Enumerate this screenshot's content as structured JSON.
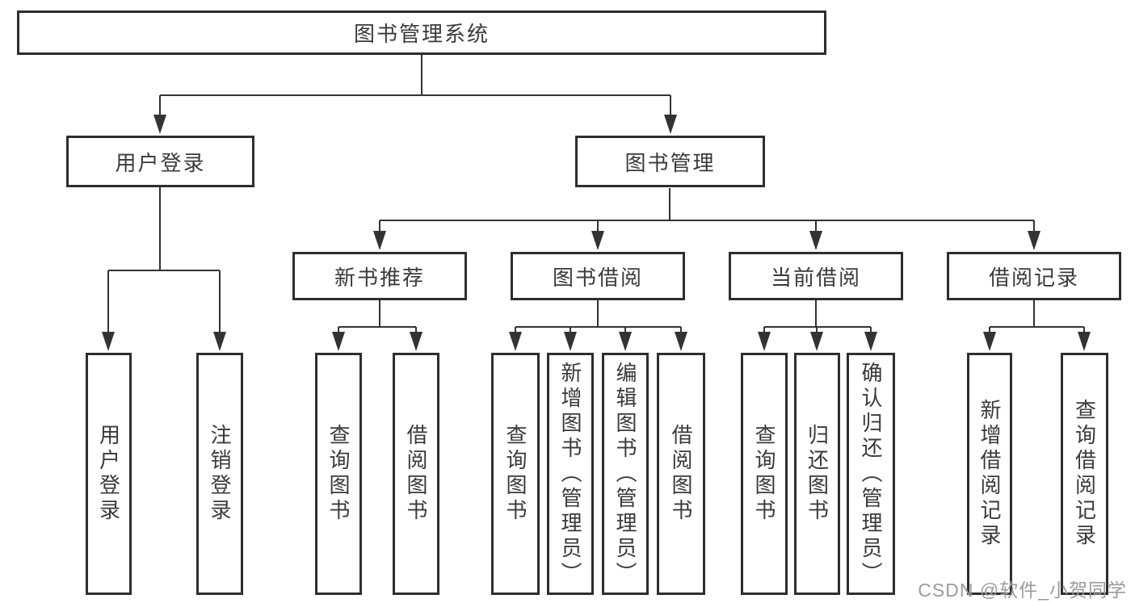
{
  "tree": {
    "root": {
      "label": "图书管理系统",
      "children": [
        {
          "label": "用户登录",
          "children": [
            {
              "label": "用户登录"
            },
            {
              "label": "注销登录"
            }
          ]
        },
        {
          "label": "图书管理",
          "children": [
            {
              "label": "新书推荐",
              "children": [
                {
                  "label": "查询图书"
                },
                {
                  "label": "借阅图书"
                }
              ]
            },
            {
              "label": "图书借阅",
              "children": [
                {
                  "label": "查询图书"
                },
                {
                  "label": "新增图书（管理员）"
                },
                {
                  "label": "编辑图书（管理员）"
                },
                {
                  "label": "借阅图书"
                }
              ]
            },
            {
              "label": "当前借阅",
              "children": [
                {
                  "label": "查询图书"
                },
                {
                  "label": "归还图书"
                },
                {
                  "label": "确认归还（管理员）"
                }
              ]
            },
            {
              "label": "借阅记录",
              "children": [
                {
                  "label": "新增借阅记录"
                },
                {
                  "label": "查询借阅记录"
                }
              ]
            }
          ]
        }
      ]
    }
  },
  "watermark": {
    "text": "CSDN @软件_小贺同学"
  },
  "colors": {
    "line": "#333333",
    "box_border": "#2e2e2e",
    "text": "#3a3a3a",
    "watermark": "#9b9b9b",
    "background": "#ffffff"
  }
}
